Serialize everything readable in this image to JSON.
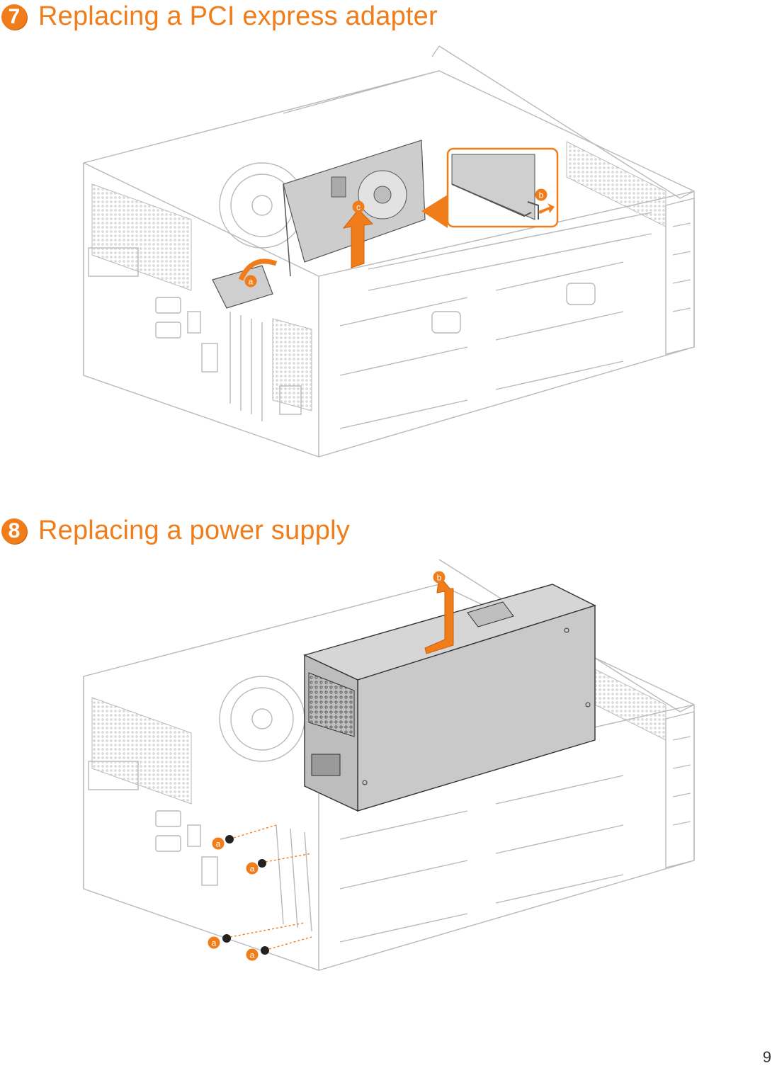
{
  "steps": [
    {
      "number": "7",
      "title": "Replacing a PCI express adapter",
      "callouts": {
        "a": "a",
        "b": "b",
        "c": "c"
      }
    },
    {
      "number": "8",
      "title": "Replacing a power supply",
      "callouts": {
        "a": "a",
        "b": "b"
      }
    }
  ],
  "page_number": "9",
  "colors": {
    "accent": "#f07d1a",
    "line": "#b9b9b9",
    "part_fill": "#c9c9c9"
  }
}
